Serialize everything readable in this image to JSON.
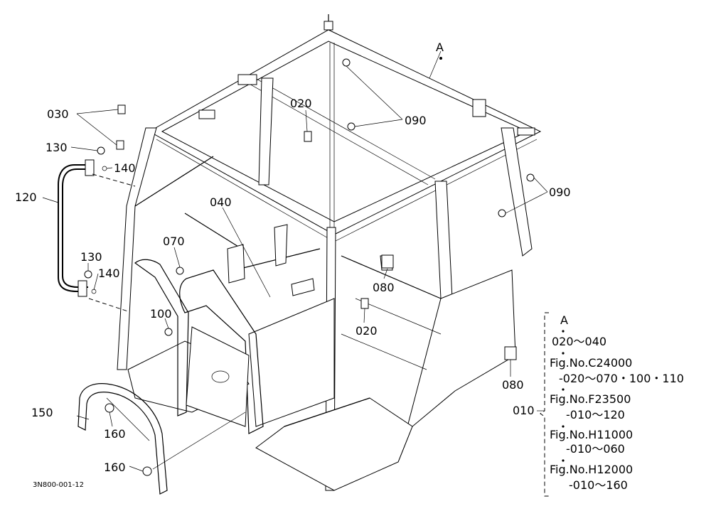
{
  "callouts": {
    "c030": "030",
    "c130a": "130",
    "c140a": "140",
    "c120": "120",
    "c130b": "130",
    "c140b": "140",
    "c020a": "020",
    "c090a": "090",
    "c090b": "090",
    "c040": "040",
    "c070": "070",
    "c100": "100",
    "c080a": "080",
    "c020b": "020",
    "c080b": "080",
    "c150": "150",
    "c160a": "160",
    "c160b": "160",
    "c010": "010",
    "cA": "A"
  },
  "legend": {
    "head": "A",
    "line1": "020～040",
    "line2": "Fig.No.C24000",
    "line3": "-020～070・100・110",
    "line4": "Fig.No.F23500",
    "line5": "-010～120",
    "line6": "Fig.No.H11000",
    "line7": "-010～060",
    "line8": "Fig.No.H12000",
    "line9": "-010～160"
  },
  "drawing_id": "3N800-001-12"
}
